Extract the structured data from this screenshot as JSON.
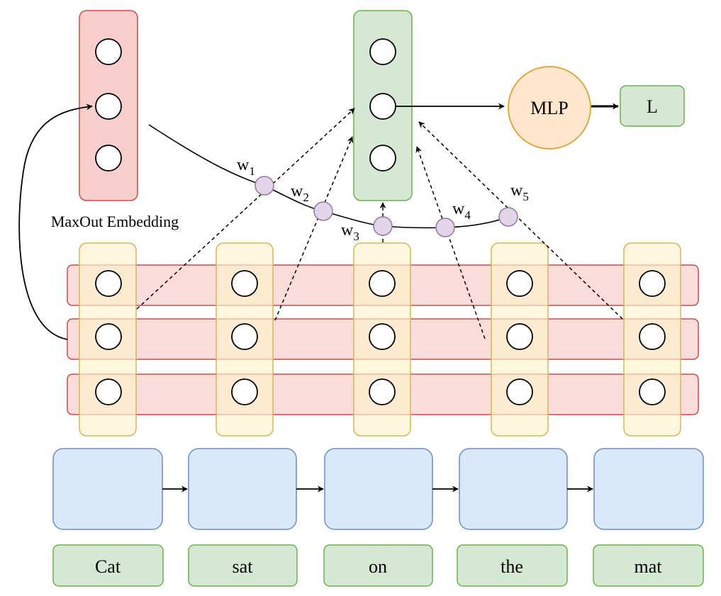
{
  "maxout_label": "MaxOut Embedding",
  "mlp_label": "MLP",
  "loss_label": "L",
  "words": [
    "Cat",
    "sat",
    "on",
    "the",
    "mat"
  ],
  "weights": [
    {
      "base": "w",
      "sub": "1"
    },
    {
      "base": "w",
      "sub": "2"
    },
    {
      "base": "w",
      "sub": "3"
    },
    {
      "base": "w",
      "sub": "4"
    },
    {
      "base": "w",
      "sub": "5"
    }
  ],
  "colors": {
    "red_fill": "#f8cecc",
    "red_stroke": "#d04a4a",
    "green_fill": "#d5e8d4",
    "green_stroke": "#6ab04c",
    "yellow_fill": "#fff2cc",
    "yellow_stroke": "#d6b656",
    "blue_fill": "#dae8fc",
    "blue_stroke": "#6c8ebf",
    "orange_fill": "#ffe6cc",
    "orange_stroke": "#e0a030",
    "purple_fill": "#e1d5e7",
    "purple_stroke": "#9673a6"
  }
}
